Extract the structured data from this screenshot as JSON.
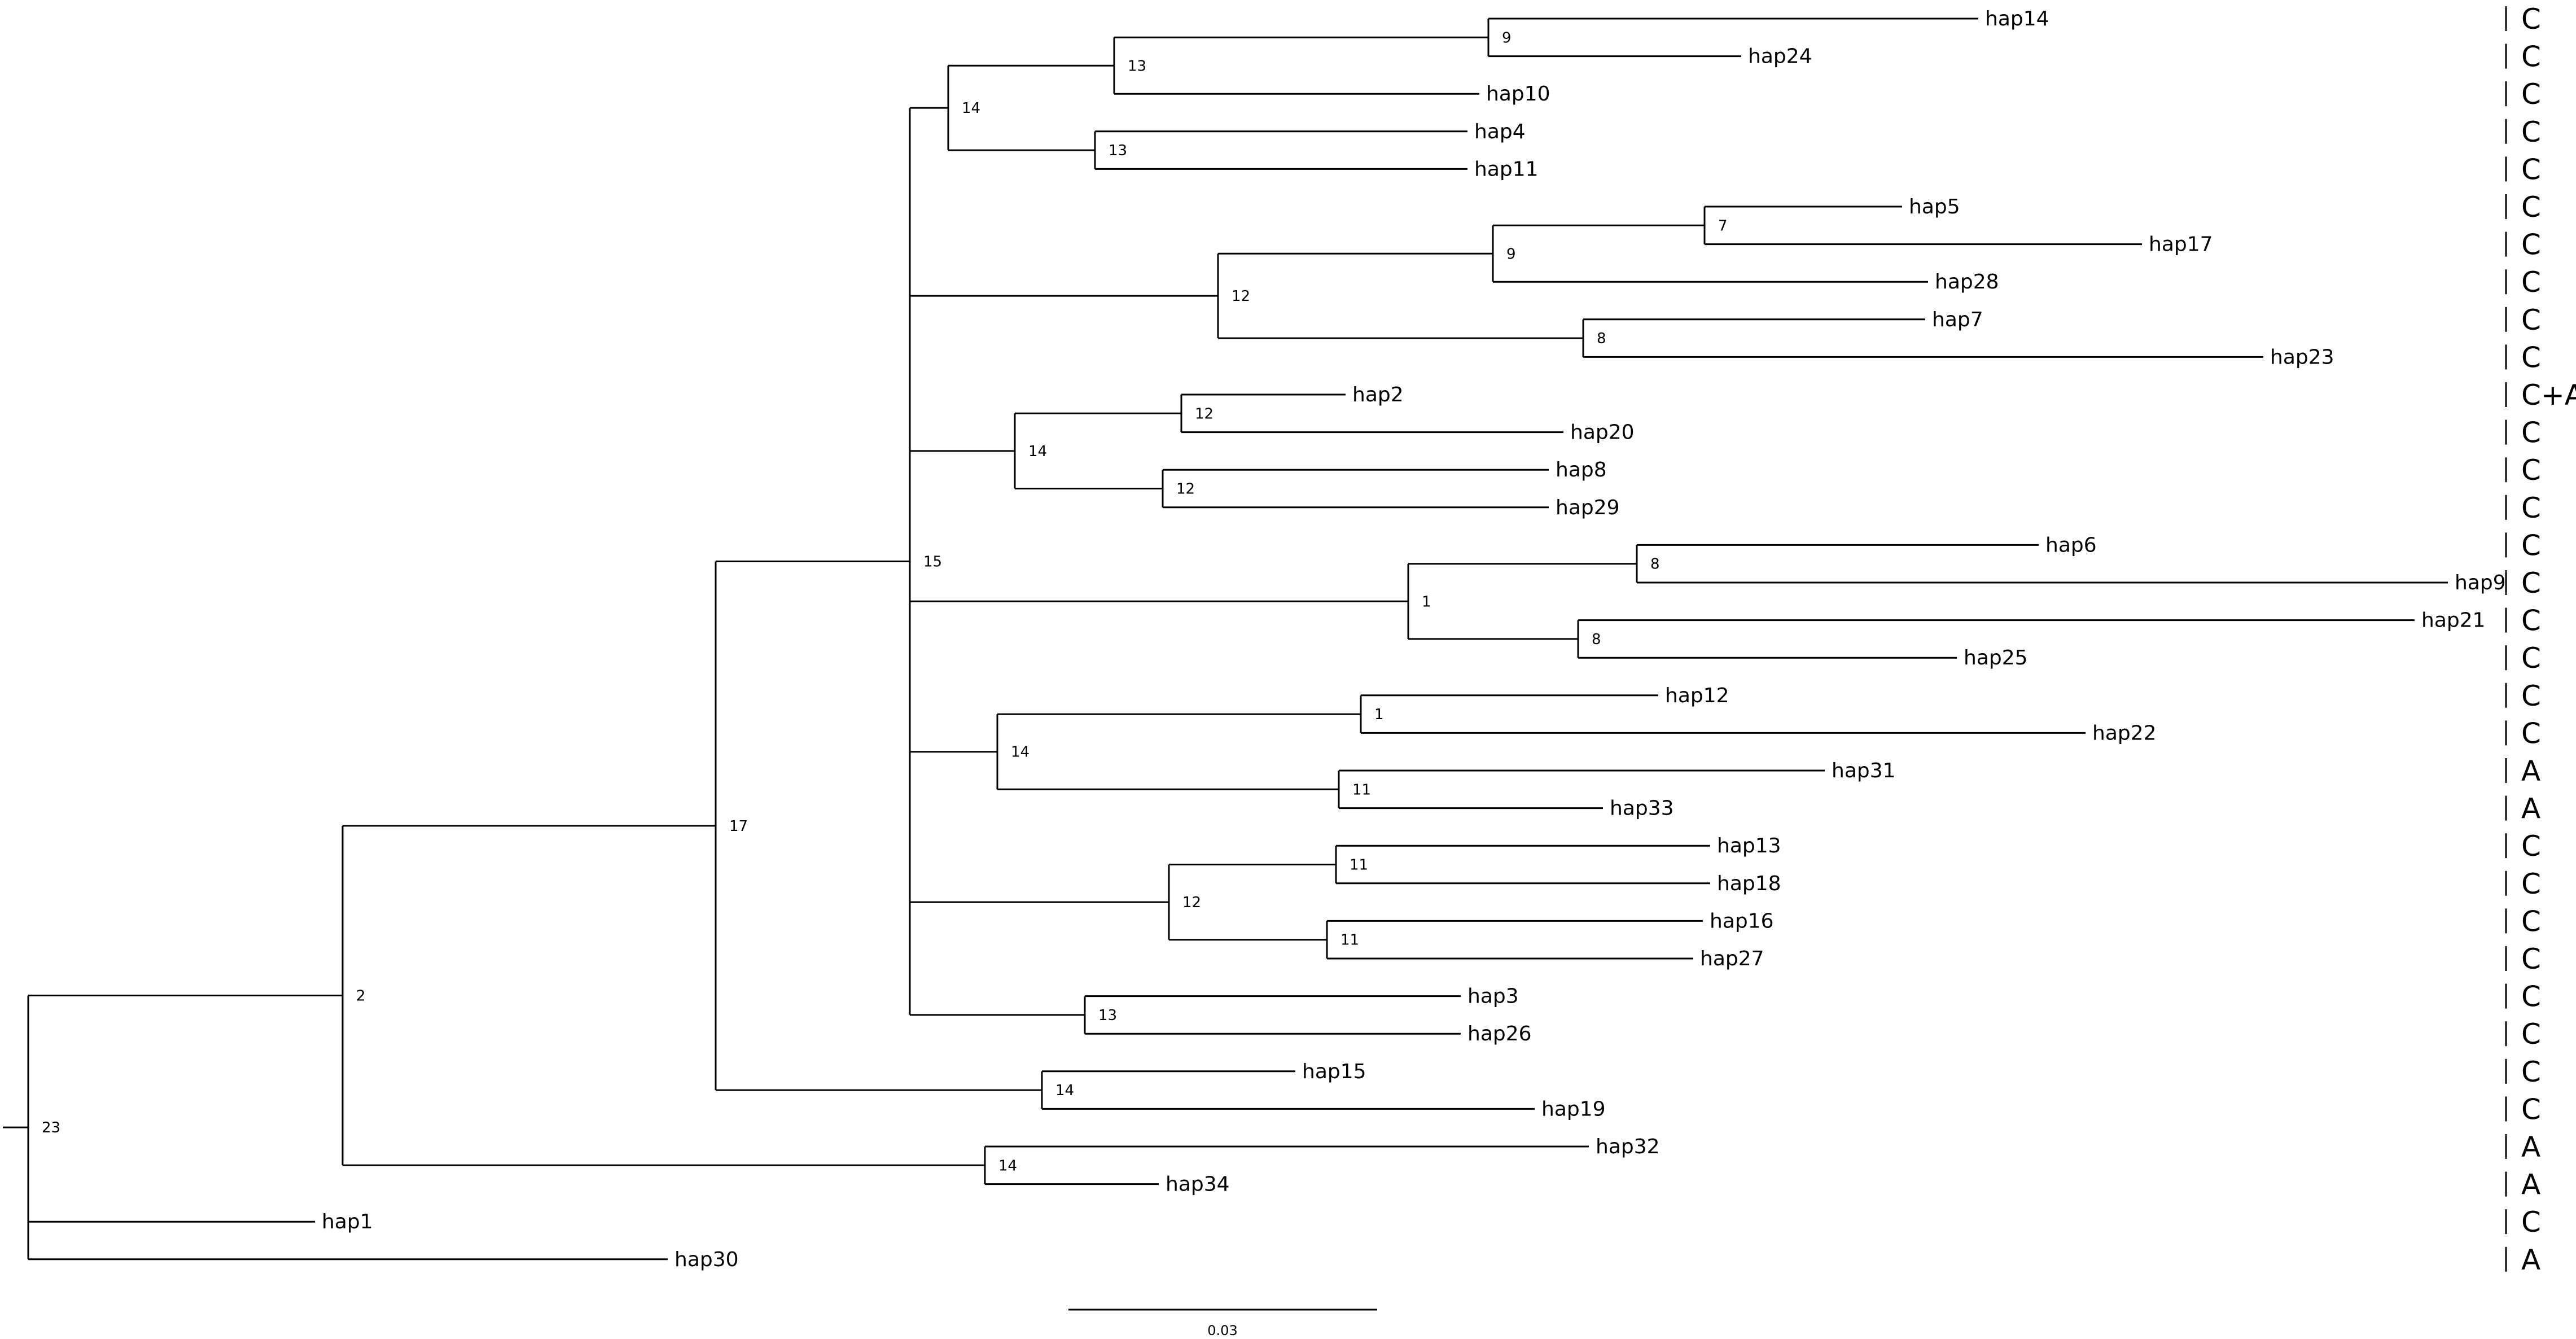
{
  "tree": {
    "id": "n23",
    "support": "23",
    "children": [
      {
        "id": "n2",
        "support": "2",
        "children": [
          {
            "id": "n17",
            "support": "17",
            "children": [
              {
                "id": "n15",
                "support": "15",
                "children": [
                  {
                    "id": "n14a",
                    "support": "14",
                    "children": [
                      {
                        "id": "n13a",
                        "support": "13",
                        "children": [
                          {
                            "id": "n9a",
                            "support": "9",
                            "children": [
                              {
                                "leaf": "hap14"
                              },
                              {
                                "leaf": "hap24"
                              }
                            ]
                          },
                          {
                            "leaf": "hap10"
                          }
                        ]
                      },
                      {
                        "id": "n13b",
                        "support": "13",
                        "children": [
                          {
                            "leaf": "hap4"
                          },
                          {
                            "leaf": "hap11"
                          }
                        ]
                      }
                    ]
                  },
                  {
                    "id": "n12a",
                    "support": "12",
                    "children": [
                      {
                        "id": "n9b",
                        "support": "9",
                        "children": [
                          {
                            "id": "n7",
                            "support": "7",
                            "children": [
                              {
                                "leaf": "hap5"
                              },
                              {
                                "leaf": "hap17"
                              }
                            ]
                          },
                          {
                            "leaf": "hap28"
                          }
                        ]
                      },
                      {
                        "id": "n8a",
                        "support": "8",
                        "children": [
                          {
                            "leaf": "hap7"
                          },
                          {
                            "leaf": "hap23"
                          }
                        ]
                      }
                    ]
                  },
                  {
                    "id": "n14b",
                    "support": "14",
                    "children": [
                      {
                        "id": "n12b",
                        "support": "12",
                        "children": [
                          {
                            "leaf": "hap2"
                          },
                          {
                            "leaf": "hap20"
                          }
                        ]
                      },
                      {
                        "id": "n12c",
                        "support": "12",
                        "children": [
                          {
                            "leaf": "hap8"
                          },
                          {
                            "leaf": "hap29"
                          }
                        ]
                      }
                    ]
                  },
                  {
                    "id": "n1a",
                    "support": "1",
                    "children": [
                      {
                        "id": "n8b",
                        "support": "8",
                        "children": [
                          {
                            "leaf": "hap6"
                          },
                          {
                            "leaf": "hap9"
                          }
                        ]
                      },
                      {
                        "id": "n8c",
                        "support": "8",
                        "children": [
                          {
                            "leaf": "hap21"
                          },
                          {
                            "leaf": "hap25"
                          }
                        ]
                      }
                    ]
                  },
                  {
                    "id": "n14c",
                    "support": "14",
                    "children": [
                      {
                        "id": "n1b",
                        "support": "1",
                        "children": [
                          {
                            "leaf": "hap12"
                          },
                          {
                            "leaf": "hap22"
                          }
                        ]
                      },
                      {
                        "id": "n11a",
                        "support": "11",
                        "children": [
                          {
                            "leaf": "hap31"
                          },
                          {
                            "leaf": "hap33"
                          }
                        ]
                      }
                    ]
                  },
                  {
                    "id": "n12d",
                    "support": "12",
                    "children": [
                      {
                        "id": "n11b",
                        "support": "11",
                        "children": [
                          {
                            "leaf": "hap13"
                          },
                          {
                            "leaf": "hap18"
                          }
                        ]
                      },
                      {
                        "id": "n11c",
                        "support": "11",
                        "children": [
                          {
                            "leaf": "hap16"
                          },
                          {
                            "leaf": "hap27"
                          }
                        ]
                      }
                    ]
                  },
                  {
                    "id": "n13c",
                    "support": "13",
                    "children": [
                      {
                        "leaf": "hap3"
                      },
                      {
                        "leaf": "hap26"
                      }
                    ]
                  }
                ]
              },
              {
                "id": "n14d",
                "support": "14",
                "children": [
                  {
                    "leaf": "hap15"
                  },
                  {
                    "leaf": "hap19"
                  }
                ]
              }
            ]
          },
          {
            "id": "n14e",
            "support": "14",
            "children": [
              {
                "leaf": "hap32"
              },
              {
                "leaf": "hap34"
              }
            ]
          }
        ]
      },
      {
        "leaf": "hap1"
      },
      {
        "leaf": "hap30"
      }
    ]
  },
  "groups": [
    {
      "leaf": "hap14",
      "group": "C"
    },
    {
      "leaf": "hap24",
      "group": "C"
    },
    {
      "leaf": "hap10",
      "group": "C"
    },
    {
      "leaf": "hap4",
      "group": "C"
    },
    {
      "leaf": "hap11",
      "group": "C"
    },
    {
      "leaf": "hap5",
      "group": "C"
    },
    {
      "leaf": "hap17",
      "group": "C"
    },
    {
      "leaf": "hap28",
      "group": "C"
    },
    {
      "leaf": "hap7",
      "group": "C"
    },
    {
      "leaf": "hap23",
      "group": "C"
    },
    {
      "leaf": "hap2",
      "group": "C+A"
    },
    {
      "leaf": "hap20",
      "group": "C"
    },
    {
      "leaf": "hap8",
      "group": "C"
    },
    {
      "leaf": "hap29",
      "group": "C"
    },
    {
      "leaf": "hap6",
      "group": "C"
    },
    {
      "leaf": "hap9",
      "group": "C"
    },
    {
      "leaf": "hap21",
      "group": "C"
    },
    {
      "leaf": "hap25",
      "group": "C"
    },
    {
      "leaf": "hap12",
      "group": "C"
    },
    {
      "leaf": "hap22",
      "group": "C"
    },
    {
      "leaf": "hap31",
      "group": "A"
    },
    {
      "leaf": "hap33",
      "group": "A"
    },
    {
      "leaf": "hap13",
      "group": "C"
    },
    {
      "leaf": "hap18",
      "group": "C"
    },
    {
      "leaf": "hap16",
      "group": "C"
    },
    {
      "leaf": "hap27",
      "group": "C"
    },
    {
      "leaf": "hap3",
      "group": "C"
    },
    {
      "leaf": "hap26",
      "group": "C"
    },
    {
      "leaf": "hap15",
      "group": "C"
    },
    {
      "leaf": "hap19",
      "group": "C"
    },
    {
      "leaf": "hap32",
      "group": "A"
    },
    {
      "leaf": "hap34",
      "group": "A"
    },
    {
      "leaf": "hap1",
      "group": "C"
    },
    {
      "leaf": "hap30",
      "group": "A"
    }
  ],
  "scale_bar": {
    "label": "0.03"
  }
}
